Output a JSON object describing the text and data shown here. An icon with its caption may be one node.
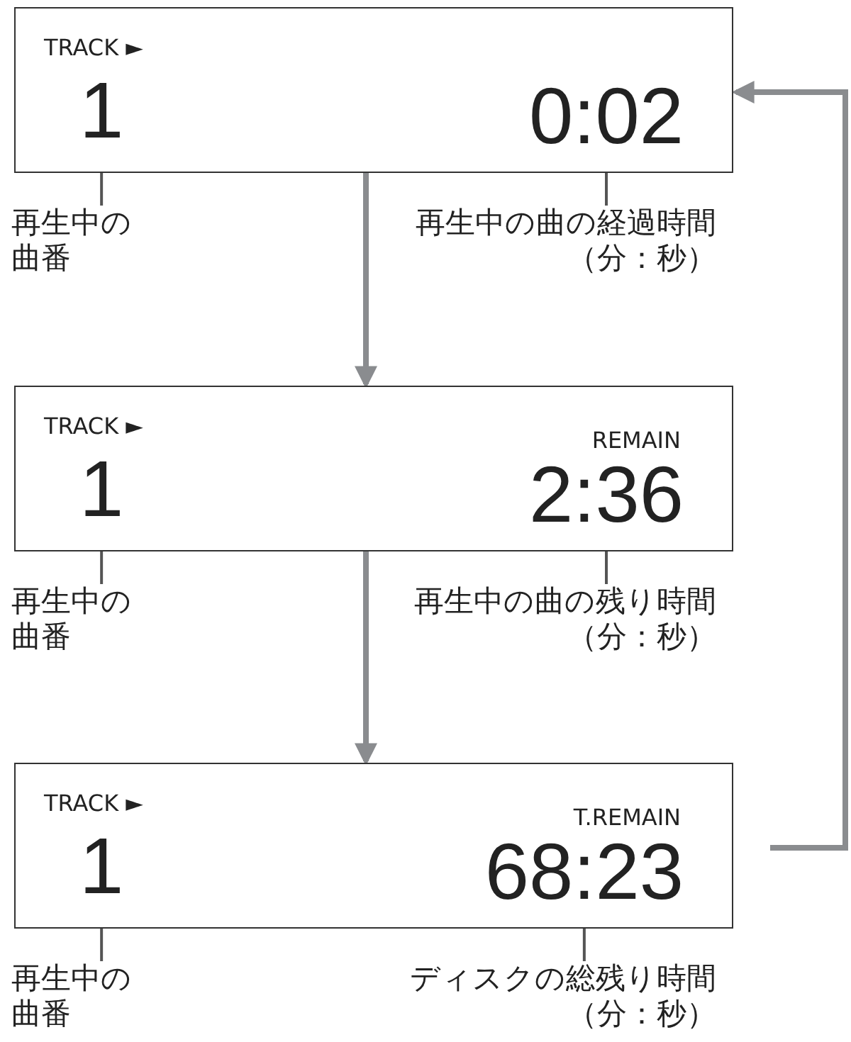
{
  "diagram": {
    "nodes": [
      {
        "text": [
          "TRACK ►"
        ]
      },
      {
        "text": [
          "1"
        ],
        "in": 0
      },
      {
        "text": [
          "0:02"
        ],
        "in": 0
      },
      {
        "text": [
          "再生中の曲番"
        ]
      },
      {
        "text": [
          "再生中の曲の経過時間（分：秒）"
        ]
      },
      {
        "text": [
          "TRACK ►",
          "REMAIN"
        ]
      },
      {
        "text": [
          "1"
        ],
        "in": 5
      },
      {
        "text": [
          "2:36"
        ],
        "in": 5
      },
      {
        "text": [
          "再生中の曲番"
        ]
      },
      {
        "text": [
          "再生中の曲の残り時間（分：秒）"
        ]
      },
      {
        "text": [
          "TRACK ►",
          "T.REMAIN"
        ]
      },
      {
        "text": [
          "1"
        ],
        "in": 10
      },
      {
        "text": [
          "68:23"
        ],
        "in": 10
      },
      {
        "text": [
          "再生中の曲番"
        ]
      },
      {
        "text": [
          "ディスクの総残り時間（分：秒）"
        ]
      }
    ],
    "edges": [
      {
        "from": 3,
        "to": 1,
        "arrow": "other"
      },
      {
        "from": 4,
        "to": 2,
        "arrow": "other"
      },
      {
        "from": 0,
        "to": 5,
        "arrow": "to",
        "style": "thick",
        "color": "#8a8c8f"
      },
      {
        "from": 8,
        "to": 6,
        "arrow": "other"
      },
      {
        "from": 9,
        "to": 7,
        "arrow": "other"
      },
      {
        "from": 5,
        "to": 10,
        "arrow": "to",
        "style": "thick",
        "color": "#8a8c8f"
      },
      {
        "from": 13,
        "to": 11,
        "arrow": "other"
      },
      {
        "from": 14,
        "to": 12,
        "arrow": "other"
      },
      {
        "from": 10,
        "to": 0,
        "arrow": "to",
        "style": "thick",
        "color": "#8a8c8f"
      }
    ]
  }
}
